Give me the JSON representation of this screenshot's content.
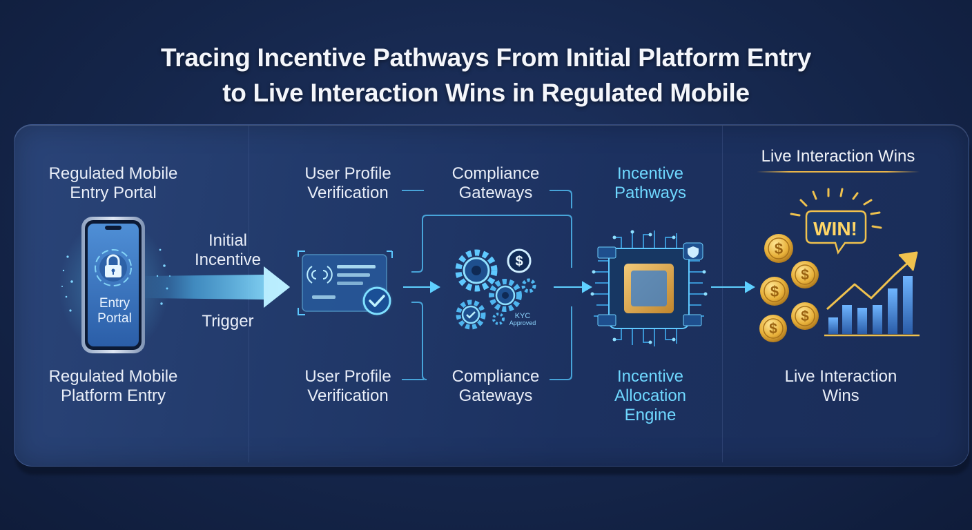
{
  "title": {
    "line1": "Tracing Incentive Pathways From Initial Platform Entry",
    "line2": "to Live Interaction Wins in Regulated Mobile"
  },
  "stages": {
    "entry": {
      "top_line1": "Regulated Mobile",
      "top_line2": "Entry Portal",
      "phone_line1": "Entry",
      "phone_line2": "Portal",
      "bottom_line1": "Regulated Mobile",
      "bottom_line2": "Platform Entry"
    },
    "trigger": {
      "line1": "Initial",
      "line2": "Incentive",
      "line3": "Trigger"
    },
    "verification": {
      "top_line1": "User Profile",
      "top_line2": "Verification",
      "bottom_line1": "User Profile",
      "bottom_line2": "Verification"
    },
    "compliance": {
      "top_line1": "Compliance",
      "top_line2": "Gateways",
      "badge_line1": "KYC",
      "badge_line2": "Approved",
      "bottom_line1": "Compliance",
      "bottom_line2": "Gateways"
    },
    "incentive": {
      "top_line1": "Incentive",
      "top_line2": "Pathways",
      "bottom_line1": "Incentive",
      "bottom_line2": "Allocation",
      "bottom_line3": "Engine"
    },
    "wins": {
      "header": "Live Interaction Wins",
      "bubble": "WIN!",
      "bottom_line1": "Live Interaction",
      "bottom_line2": "Wins"
    }
  },
  "icons": [
    "padlock-icon",
    "nfc-card-icon",
    "checkmark-icon",
    "gear-icon",
    "dollar-coin-icon",
    "chip-icon",
    "shield-icon",
    "trend-arrow-icon",
    "bar-chart-icon"
  ],
  "colors": {
    "background": "#15264b",
    "board": "#223a6b",
    "accent_cyan": "#6fd8ff",
    "gold": "#e8b44a",
    "text": "#e9eef8"
  }
}
